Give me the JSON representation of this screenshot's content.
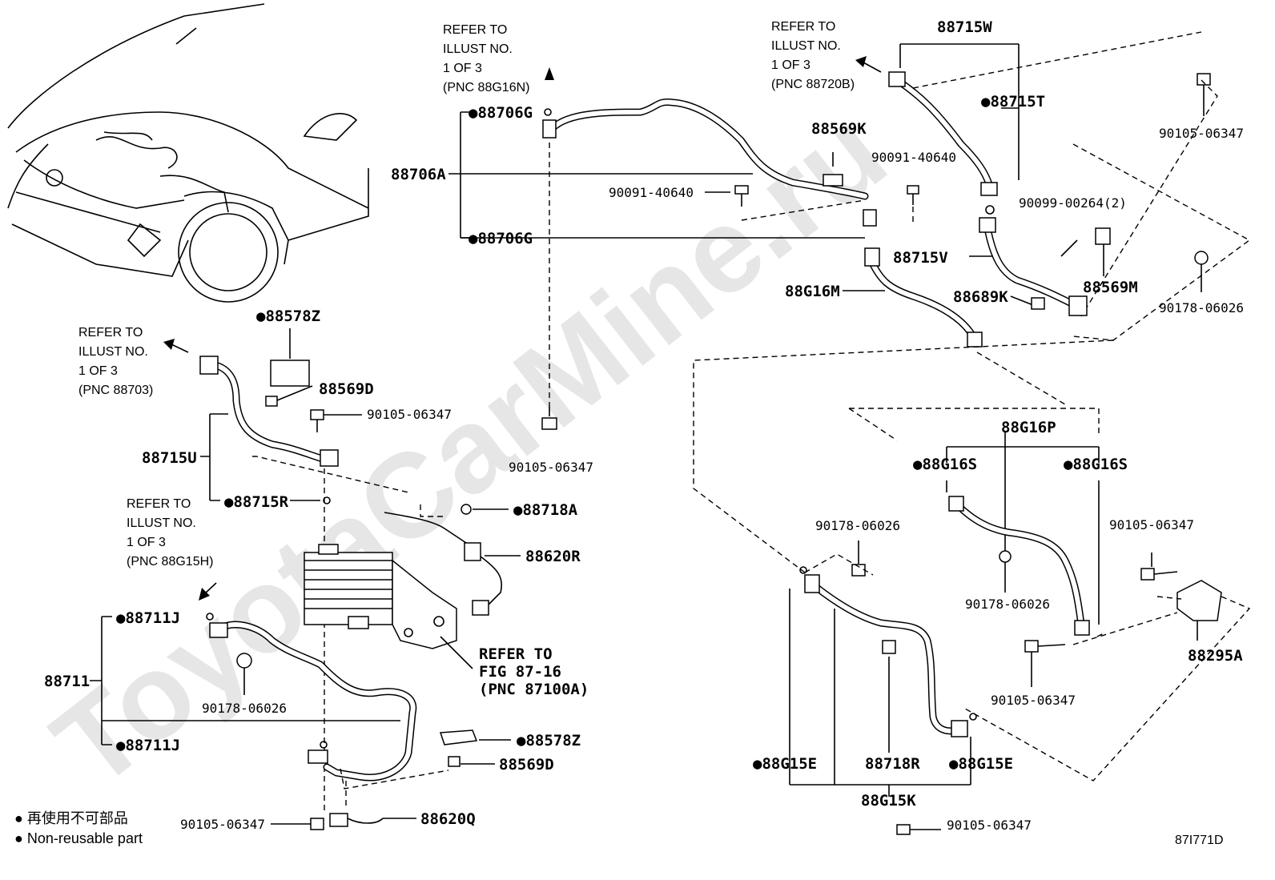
{
  "watermark": "ToyotaCarMine.ru",
  "figure_code": "87I771D",
  "legend": {
    "line1": "● 再使用不可部品",
    "line2": "● Non-reusable part"
  },
  "refs": {
    "r1": [
      "REFER TO",
      "ILLUST NO.",
      "1 OF 3",
      "(PNC 88G16N)"
    ],
    "r2": [
      "REFER TO",
      "ILLUST NO.",
      "1 OF 3",
      "(PNC 88720B)"
    ],
    "r3": [
      "REFER TO",
      "ILLUST NO.",
      "1 OF 3",
      "(PNC 88703)"
    ],
    "r4": [
      "REFER TO",
      "ILLUST NO.",
      "1 OF 3",
      "(PNC 88G15H)"
    ],
    "r5": [
      "REFER TO",
      "FIG 87-16",
      "(PNC 87100A)"
    ]
  },
  "labels": {
    "p88706G_top": "●88706G",
    "p88706A": "88706A",
    "p88706G_bot": "●88706G",
    "p90091_left": "90091-40640",
    "p88569K": "88569K",
    "p90091_right": "90091-40640",
    "p88715W": "88715W",
    "p88715T": "●88715T",
    "p90105_tr": "90105-06347",
    "p90099": "90099-00264(2)",
    "p88715V": "88715V",
    "p88G16M": "88G16M",
    "p88689K": "88689K",
    "p88569M": "88569M",
    "p90178_tr": "90178-06026",
    "p88578Z_top": "●88578Z",
    "p88569D_top": "88569D",
    "p90105_l1": "90105-06347",
    "p88715U": "88715U",
    "p88715R": "●88715R",
    "p90105_mid": "90105-06347",
    "p88718A": "●88718A",
    "p88620R": "88620R",
    "p88711J_top": "●88711J",
    "p88711": "88711",
    "p90178_l": "90178-06026",
    "p88711J_bot": "●88711J",
    "p88578Z_bot": "●88578Z",
    "p88569D_bot": "88569D",
    "p90105_bl": "90105-06347",
    "p88620Q": "88620Q",
    "p88G16P": "88G16P",
    "p88G16S_l": "●88G16S",
    "p88G16S_r": "●88G16S",
    "p90178_m": "90178-06026",
    "p90178_m2": "90178-06026",
    "p90105_r": "90105-06347",
    "p88295A": "88295A",
    "p90105_r2": "90105-06347",
    "p88G15E_l": "●88G15E",
    "p88718R": "88718R",
    "p88G15E_r": "●88G15E",
    "p88G15K": "88G15K",
    "p90105_br": "90105-06347"
  }
}
